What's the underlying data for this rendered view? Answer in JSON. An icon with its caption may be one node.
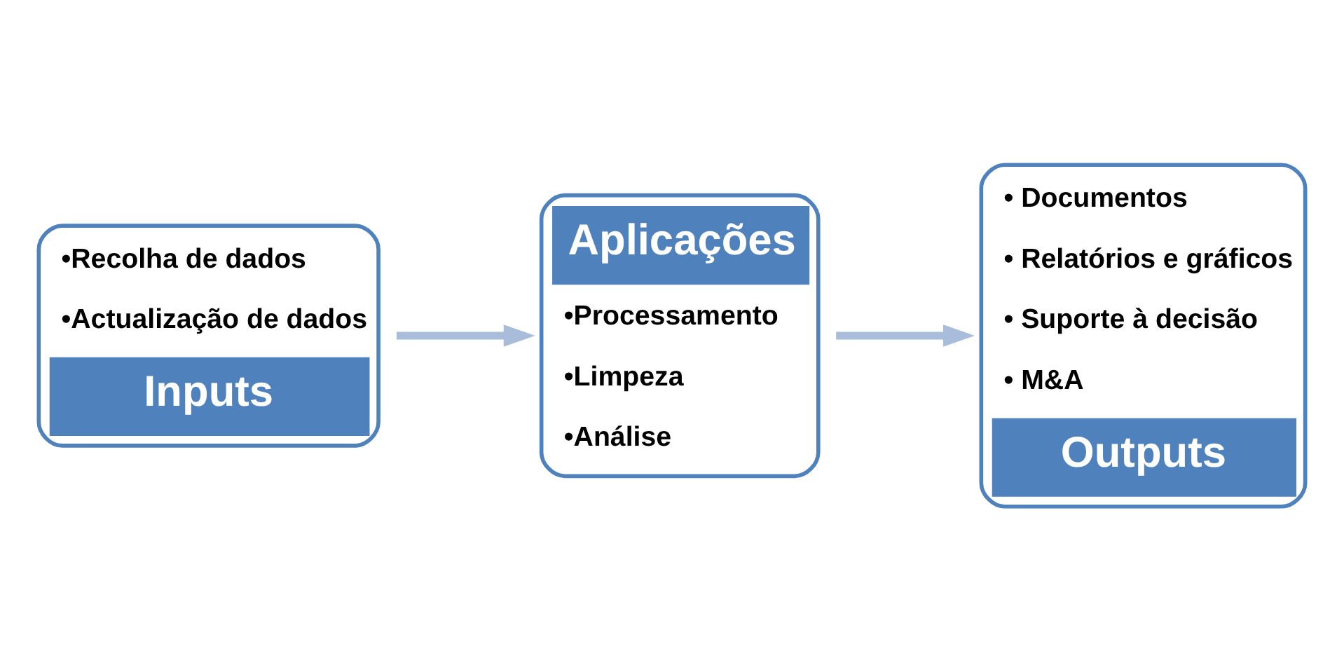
{
  "diagram": {
    "nodes": [
      {
        "text": [
          "•Recolha de dados",
          "•Actualização de dados",
          "Inputs"
        ]
      },
      {
        "text": [
          "Aplicações",
          "•Processamento",
          "•Limpeza",
          "•Análise"
        ]
      },
      {
        "text": [
          "• Documentos",
          "• Relatórios e gráficos",
          "• Suporte à decisão",
          "• M&A",
          "Outputs"
        ]
      }
    ],
    "edges": [
      {
        "from": 0,
        "to": 1,
        "arrow": "to"
      },
      {
        "from": 1,
        "to": 2,
        "arrow": "to"
      }
    ]
  }
}
